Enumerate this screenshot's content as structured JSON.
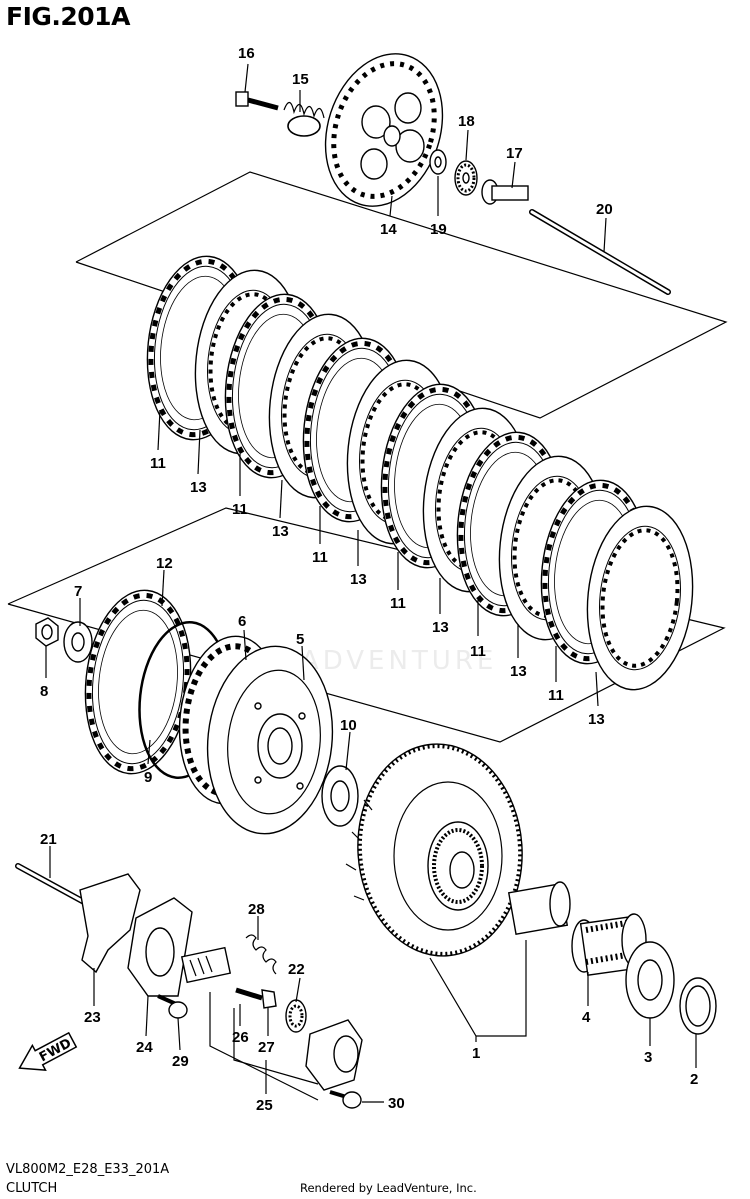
{
  "figure": {
    "title": "FIG.201A",
    "code": "VL800M2_E28_E33_201A",
    "section": "CLUTCH",
    "credit": "Rendered by LeadVenture, Inc.",
    "watermark": "LEADVENTURE",
    "fwd_label": "FWD"
  },
  "callouts": [
    {
      "id": "16",
      "label": "16"
    },
    {
      "id": "15",
      "label": "15"
    },
    {
      "id": "18",
      "label": "18"
    },
    {
      "id": "17",
      "label": "17"
    },
    {
      "id": "14",
      "label": "14"
    },
    {
      "id": "19",
      "label": "19"
    },
    {
      "id": "20",
      "label": "20"
    },
    {
      "id": "11a",
      "label": "11"
    },
    {
      "id": "13a",
      "label": "13"
    },
    {
      "id": "11b",
      "label": "11"
    },
    {
      "id": "13b",
      "label": "13"
    },
    {
      "id": "11c",
      "label": "11"
    },
    {
      "id": "13c",
      "label": "13"
    },
    {
      "id": "11d",
      "label": "11"
    },
    {
      "id": "13d",
      "label": "13"
    },
    {
      "id": "11e",
      "label": "11"
    },
    {
      "id": "13e",
      "label": "13"
    },
    {
      "id": "11f",
      "label": "11"
    },
    {
      "id": "13f",
      "label": "13"
    },
    {
      "id": "12",
      "label": "12"
    },
    {
      "id": "7",
      "label": "7"
    },
    {
      "id": "6",
      "label": "6"
    },
    {
      "id": "5",
      "label": "5"
    },
    {
      "id": "8",
      "label": "8"
    },
    {
      "id": "10",
      "label": "10"
    },
    {
      "id": "9",
      "label": "9"
    },
    {
      "id": "21",
      "label": "21"
    },
    {
      "id": "28",
      "label": "28"
    },
    {
      "id": "22",
      "label": "22"
    },
    {
      "id": "23",
      "label": "23"
    },
    {
      "id": "26",
      "label": "26"
    },
    {
      "id": "27",
      "label": "27"
    },
    {
      "id": "24",
      "label": "24"
    },
    {
      "id": "29",
      "label": "29"
    },
    {
      "id": "25",
      "label": "25"
    },
    {
      "id": "30",
      "label": "30"
    },
    {
      "id": "1",
      "label": "1"
    },
    {
      "id": "4",
      "label": "4"
    },
    {
      "id": "3",
      "label": "3"
    },
    {
      "id": "2",
      "label": "2"
    }
  ]
}
